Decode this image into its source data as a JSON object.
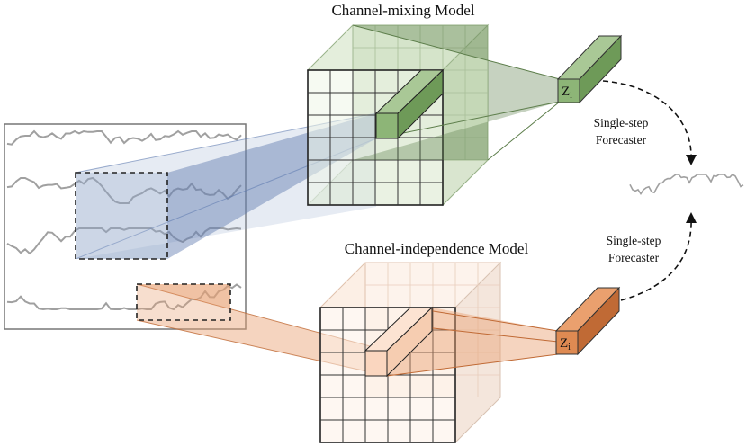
{
  "diagram": {
    "top_model_title": "Channel-mixing Model",
    "bottom_model_title": "Channel-independence Model",
    "top_forecaster": {
      "line1": "Single-step",
      "line2": "Forecaster"
    },
    "bottom_forecaster": {
      "line1": "Single-step",
      "line2": "Forecaster"
    },
    "top_token": {
      "main": "Z",
      "sub": "i"
    },
    "bottom_token": {
      "main": "Z",
      "sub": "i"
    }
  },
  "colors": {
    "mixing_green": "#7fa86a",
    "mixing_green_light": "#c9dcbd",
    "mixing_green_dark": "#5c7d4a",
    "independence_orange": "#e8a072",
    "independence_orange_light": "#fbe6d7",
    "independence_orange_dark": "#c06a35",
    "selection_blue": "#8fa3c8",
    "series_gray": "#a0a0a0"
  }
}
